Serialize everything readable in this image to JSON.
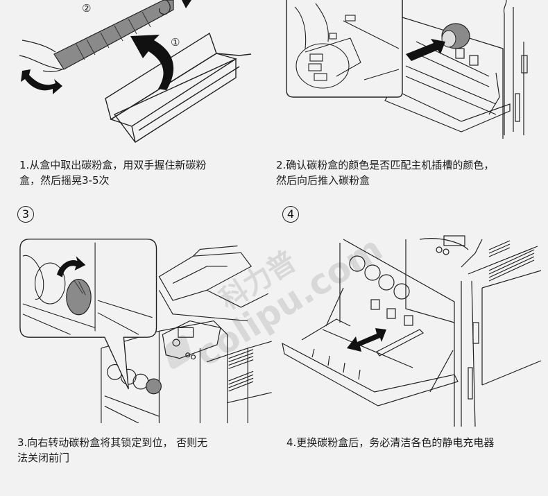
{
  "steps": [
    {
      "number": "1",
      "caption_line1": "1.从盒中取出碳粉盒，用双手握住新碳粉",
      "caption_line2": "盒，然后摇晃3-5次",
      "sub_labels": [
        "②",
        "①"
      ]
    },
    {
      "number": "2",
      "caption_line1": "2.确认碳粉盒的颜色是否匹配主机插槽的颜色，",
      "caption_line2": "然后向后推入碳粉盒"
    },
    {
      "number": "3",
      "badge": "③",
      "caption_line1": "3.向右转动碳粉盒将其锁定到位， 否则无",
      "caption_line2": "法关闭前门"
    },
    {
      "number": "4",
      "badge": "④",
      "caption_line1": "4.更换碳粉盒后，务必清洁各色的静电充电器",
      "caption_line2": ""
    }
  ],
  "watermark": {
    "cn": "科力普",
    "en": "colipu.com"
  },
  "colors": {
    "background": "#f2f2f2",
    "line": "#222222",
    "toner_fill": "#8a8a8a",
    "arrow": "#111111"
  }
}
